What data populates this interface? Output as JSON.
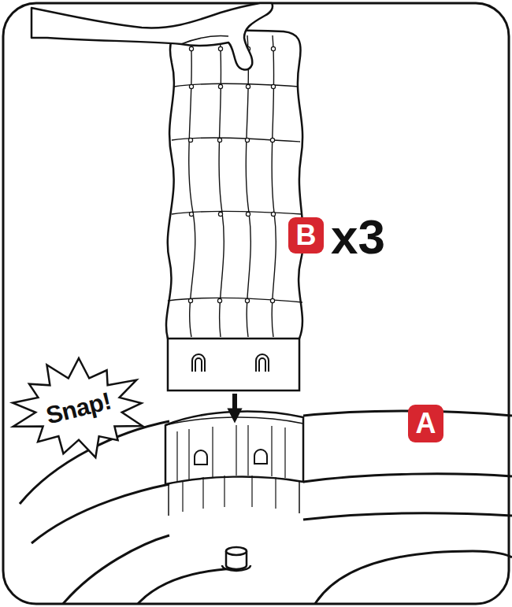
{
  "diagram": {
    "nodes": [
      {
        "text": [
          "B"
        ]
      },
      {
        "text": [
          "Snap!"
        ]
      },
      {
        "text": [
          "A"
        ]
      }
    ],
    "edges": [],
    "labels": [
      "x3"
    ]
  }
}
